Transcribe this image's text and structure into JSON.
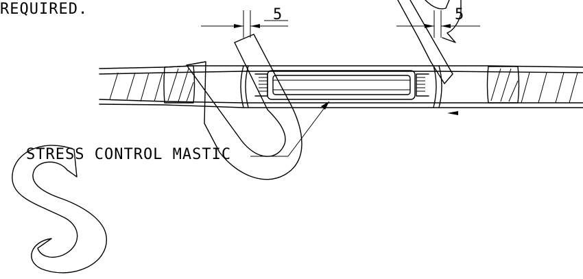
{
  "labels": {
    "note_fragment": "REQUIRED.",
    "dim_left": "5",
    "dim_right": "5",
    "callout": "STRESS CONTROL MASTIC"
  },
  "letters": [
    "S",
    "U",
    "J"
  ],
  "colors": {
    "line": "#000000",
    "background": "#ffffff"
  }
}
